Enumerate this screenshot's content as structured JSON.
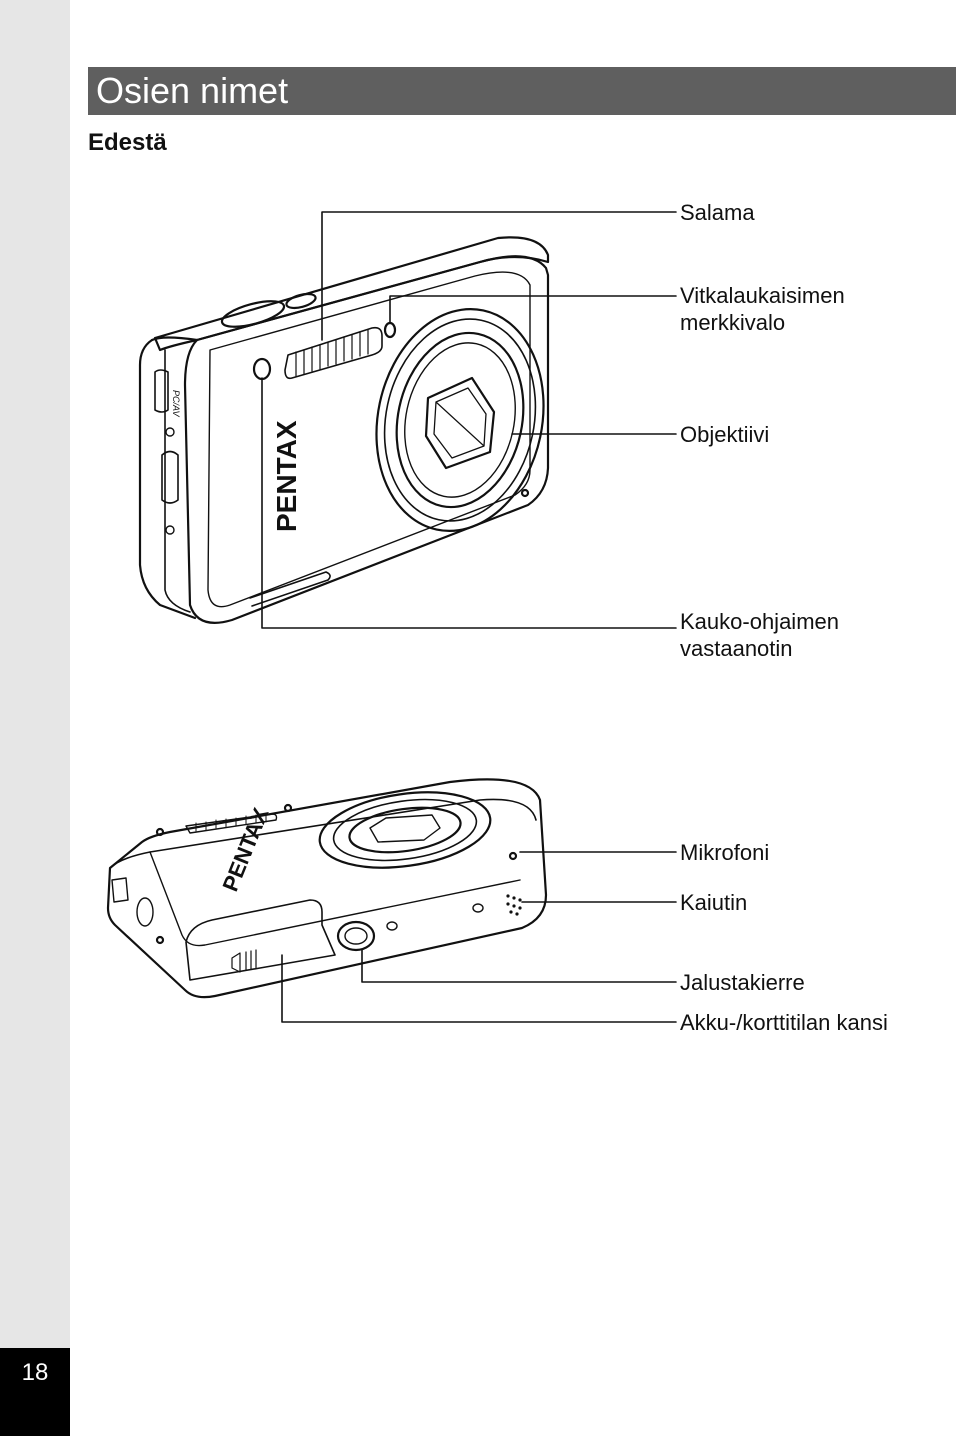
{
  "header": {
    "title": "Osien nimet",
    "subtitle": "Edestä"
  },
  "camera_front": {
    "brand": "PENTAX",
    "port_label": "PC/AV",
    "labels": {
      "flash": "Salama",
      "selftimer_line1": "Vitkalaukaisimen",
      "selftimer_line2": "merkkivalo",
      "lens": "Objektiivi",
      "remote_line1": "Kauko-ohjaimen",
      "remote_line2": "vastaanotin"
    }
  },
  "camera_bottom": {
    "brand": "PENTAX",
    "labels": {
      "microphone": "Mikrofoni",
      "speaker": "Kaiutin",
      "tripod": "Jalustakierre",
      "battery_cover": "Akku-/korttitilan kansi"
    }
  },
  "footer": {
    "page_number": "18"
  }
}
